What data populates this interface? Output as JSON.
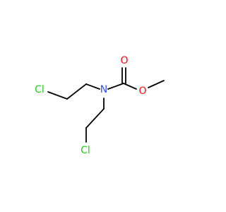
{
  "molecule": {
    "atoms": {
      "cl_top": {
        "symbol": "Cl",
        "color": "#1fcf1f"
      },
      "cl_bottom": {
        "symbol": "Cl",
        "color": "#1fcf1f"
      },
      "nitrogen": {
        "symbol": "N",
        "color": "#3050f8"
      },
      "carbonyl_oxygen": {
        "symbol": "O",
        "color": "#ff0d0d"
      },
      "ester_oxygen": {
        "symbol": "O",
        "color": "#ff0d0d"
      }
    }
  }
}
